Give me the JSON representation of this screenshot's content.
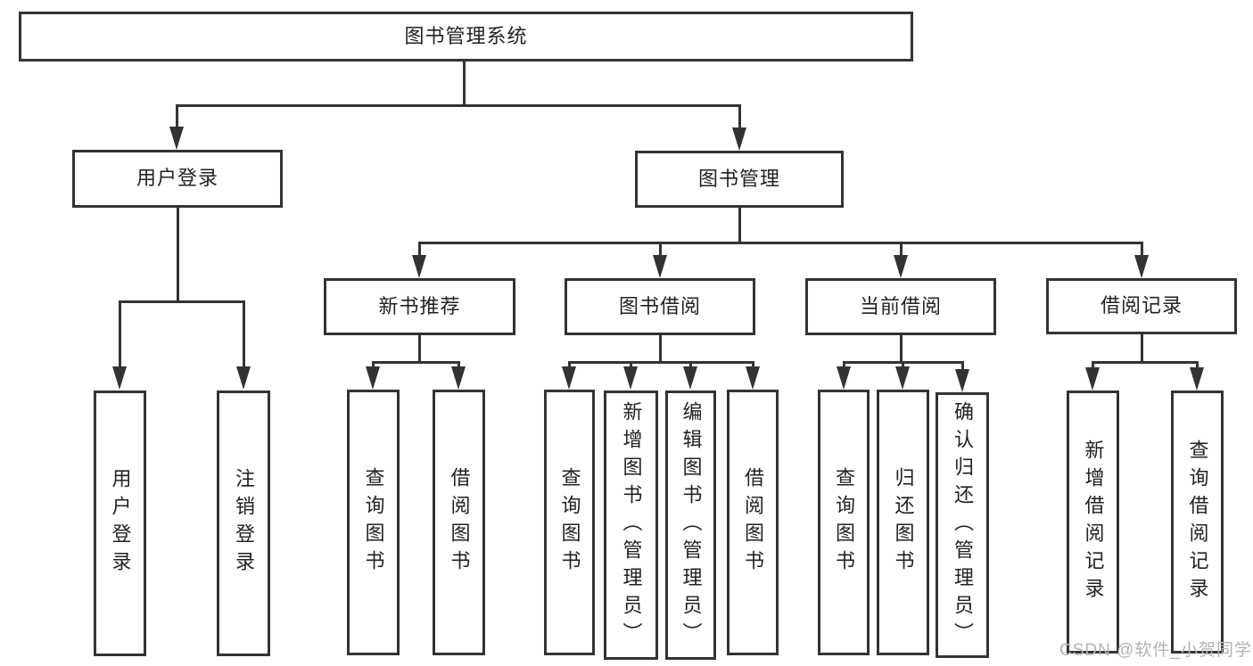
{
  "diagram": {
    "title": "图书管理系统",
    "type": "hierarchy-tree",
    "colors": {
      "line": "#333333",
      "text": "#222222",
      "watermark": "#b3b3b3",
      "background": "#ffffff"
    },
    "nodes": {
      "root": "图书管理系统",
      "user_login": "用户登录",
      "book_mgmt": "图书管理",
      "new_book": "新书推荐",
      "book_borrow": "图书借阅",
      "current_borrow": "当前借阅",
      "borrow_record": "借阅记录",
      "leaf_user_login": "用户登录",
      "leaf_logout": "注销登录",
      "leaf_nb_query": "查询图书",
      "leaf_nb_borrow": "借阅图书",
      "leaf_bb_query": "查询图书",
      "leaf_bb_add": "新增图书（管理员）",
      "leaf_bb_edit": "编辑图书（管理员）",
      "leaf_bb_borrow": "借阅图书",
      "leaf_cb_query": "查询图书",
      "leaf_cb_return": "归还图书",
      "leaf_cb_confirm": "确认归还（管理员）",
      "leaf_br_add": "新增借阅记录",
      "leaf_br_query": "查询借阅记录"
    },
    "edges": [
      "图书管理系统 -> 用户登录",
      "图书管理系统 -> 图书管理",
      "用户登录 -> 用户登录(叶)",
      "用户登录 -> 注销登录",
      "图书管理 -> 新书推荐",
      "图书管理 -> 图书借阅",
      "图书管理 -> 当前借阅",
      "图书管理 -> 借阅记录",
      "新书推荐 -> 查询图书",
      "新书推荐 -> 借阅图书",
      "图书借阅 -> 查询图书",
      "图书借阅 -> 新增图书（管理员）",
      "图书借阅 -> 编辑图书（管理员）",
      "图书借阅 -> 借阅图书",
      "当前借阅 -> 查询图书",
      "当前借阅 -> 归还图书",
      "当前借阅 -> 确认归还（管理员）",
      "借阅记录 -> 新增借阅记录",
      "借阅记录 -> 查询借阅记录"
    ],
    "watermark": "CSDN @软件_小贺同学"
  }
}
